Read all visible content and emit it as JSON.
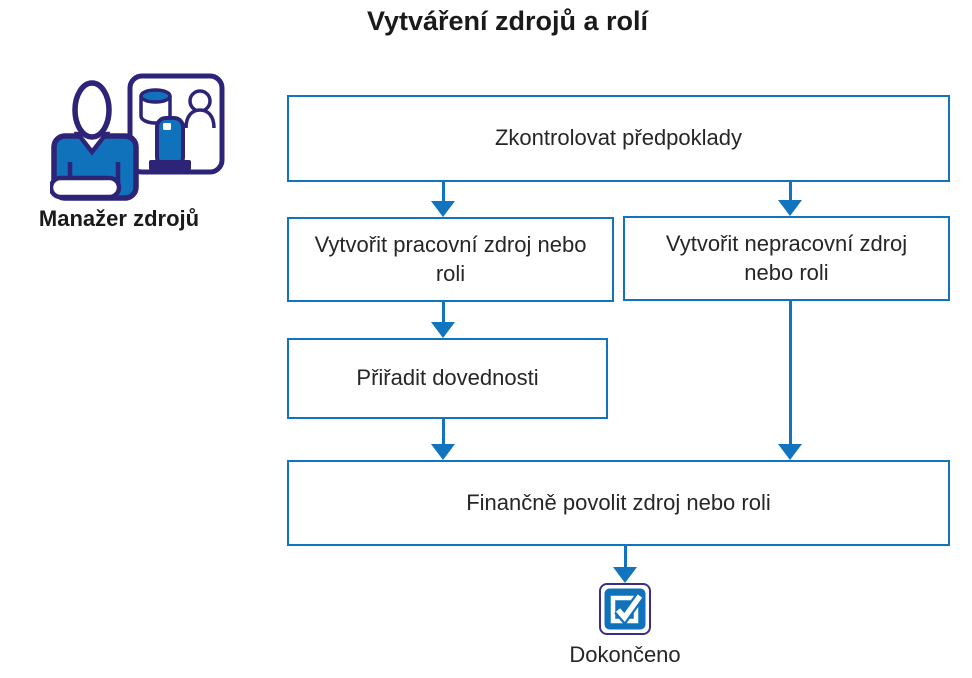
{
  "title": "Vytváření zdrojů a rolí",
  "persona": {
    "label": "Manažer zdrojů",
    "icon": "resource-manager-icon"
  },
  "flow": {
    "steps": [
      {
        "id": "check-prerequisites",
        "label": "Zkontrolovat předpoklady"
      },
      {
        "id": "create-work-resource",
        "label": "Vytvořit pracovní zdroj nebo roli"
      },
      {
        "id": "create-nonwork-resource",
        "label": "Vytvořit nepracovní zdroj nebo roli"
      },
      {
        "id": "assign-skills",
        "label": "Přiřadit dovednosti"
      },
      {
        "id": "enable-financially",
        "label": "Finančně povolit zdroj nebo roli"
      }
    ],
    "end": {
      "label": "Dokončeno",
      "icon": "completed-checkbox-icon"
    },
    "connections": [
      {
        "from": "check-prerequisites",
        "to": "create-work-resource"
      },
      {
        "from": "check-prerequisites",
        "to": "create-nonwork-resource"
      },
      {
        "from": "create-work-resource",
        "to": "assign-skills"
      },
      {
        "from": "assign-skills",
        "to": "enable-financially"
      },
      {
        "from": "create-nonwork-resource",
        "to": "enable-financially"
      },
      {
        "from": "enable-financially",
        "to": "end"
      }
    ]
  },
  "colors": {
    "accent_blue": "#1273BF",
    "icon_blue": "#1072BA",
    "icon_dark": "#2D2477",
    "check_outline_purple": "#3C2E85",
    "text": "#262626",
    "background": "#FFFFFF"
  }
}
